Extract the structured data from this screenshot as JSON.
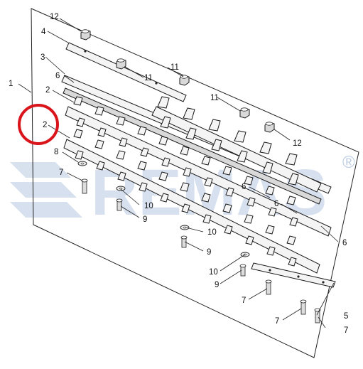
{
  "diagram": {
    "callouts": [
      "1",
      "2",
      "2",
      "3",
      "4",
      "5",
      "6",
      "6",
      "6",
      "6",
      "7",
      "7",
      "7",
      "7",
      "8",
      "9",
      "9",
      "9",
      "10",
      "10",
      "10",
      "11",
      "11",
      "11",
      "12",
      "12"
    ],
    "watermark": "REMAS",
    "watermark_mark": "®",
    "highlight_color": "#d9141a",
    "watermark_color": "#8ea9cf"
  }
}
